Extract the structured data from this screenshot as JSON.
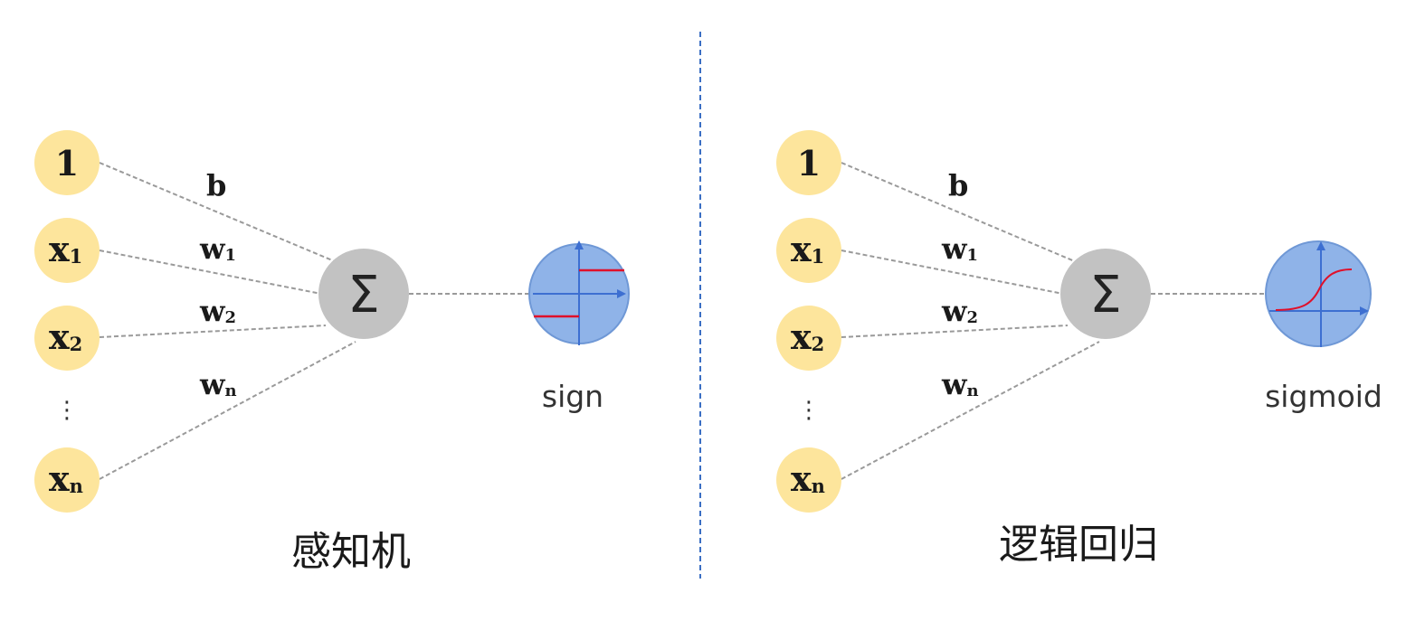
{
  "colors": {
    "input_node": "#fde59c",
    "sum_node": "#c2c2c2",
    "edge": "#9a9a9a",
    "activation_fill": "#8fb3e8",
    "activation_axis": "#3d6fd1",
    "activation_curve": "#e0102a",
    "divider": "#3b6fc4"
  },
  "perceptron": {
    "inputs": {
      "bias": "1",
      "x1": {
        "base": "x",
        "sub": "1"
      },
      "x2": {
        "base": "x",
        "sub": "2"
      },
      "ellipsis": "⋮",
      "xn": {
        "base": "x",
        "sub": "n"
      }
    },
    "weights": {
      "b": "b",
      "w1": {
        "base": "w",
        "sub": "1"
      },
      "w2": {
        "base": "w",
        "sub": "2"
      },
      "wn": {
        "base": "w",
        "sub": "n"
      }
    },
    "sum_symbol": "Σ",
    "activation": {
      "label": "sign",
      "icon": "step-function-icon"
    },
    "caption": "感知机"
  },
  "logistic": {
    "inputs": {
      "bias": "1",
      "x1": {
        "base": "x",
        "sub": "1"
      },
      "x2": {
        "base": "x",
        "sub": "2"
      },
      "ellipsis": "⋮",
      "xn": {
        "base": "x",
        "sub": "n"
      }
    },
    "weights": {
      "b": "b",
      "w1": {
        "base": "w",
        "sub": "1"
      },
      "w2": {
        "base": "w",
        "sub": "2"
      },
      "wn": {
        "base": "w",
        "sub": "n"
      }
    },
    "sum_symbol": "Σ",
    "activation": {
      "label": "sigmoid",
      "icon": "sigmoid-curve-icon"
    },
    "caption": "逻辑回归"
  }
}
